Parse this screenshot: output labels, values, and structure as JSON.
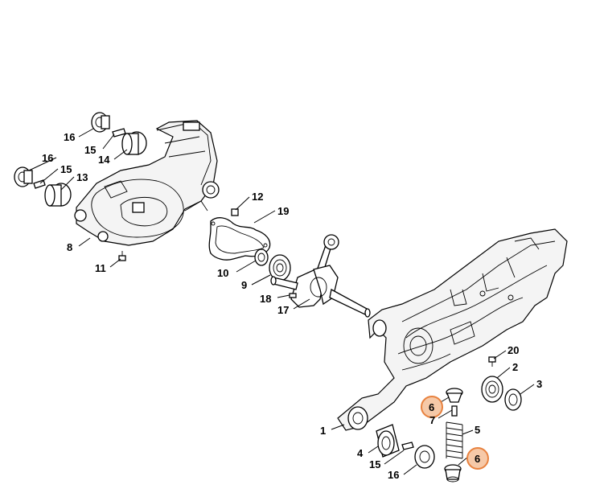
{
  "diagram": {
    "callouts": [
      {
        "id": "c16a",
        "text": "16"
      },
      {
        "id": "c15a",
        "text": "15"
      },
      {
        "id": "c14",
        "text": "14"
      },
      {
        "id": "c16b",
        "text": "16"
      },
      {
        "id": "c15b",
        "text": "15"
      },
      {
        "id": "c13",
        "text": "13"
      },
      {
        "id": "c8",
        "text": "8"
      },
      {
        "id": "c11",
        "text": "11"
      },
      {
        "id": "c12",
        "text": "12"
      },
      {
        "id": "c19",
        "text": "19"
      },
      {
        "id": "c10",
        "text": "10"
      },
      {
        "id": "c9",
        "text": "9"
      },
      {
        "id": "c18",
        "text": "18"
      },
      {
        "id": "c17",
        "text": "17"
      },
      {
        "id": "c20",
        "text": "20"
      },
      {
        "id": "c2",
        "text": "2"
      },
      {
        "id": "c3",
        "text": "3"
      },
      {
        "id": "c6a",
        "text": "6",
        "highlighted": true
      },
      {
        "id": "c7",
        "text": "7"
      },
      {
        "id": "c1",
        "text": "1"
      },
      {
        "id": "c5",
        "text": "5"
      },
      {
        "id": "c4",
        "text": "4"
      },
      {
        "id": "c15c",
        "text": "15"
      },
      {
        "id": "c6b",
        "text": "6",
        "highlighted": true
      },
      {
        "id": "c16c",
        "text": "16"
      }
    ],
    "highlight_color": "#e8823f",
    "highlight_fill": "#f6c9a8"
  }
}
